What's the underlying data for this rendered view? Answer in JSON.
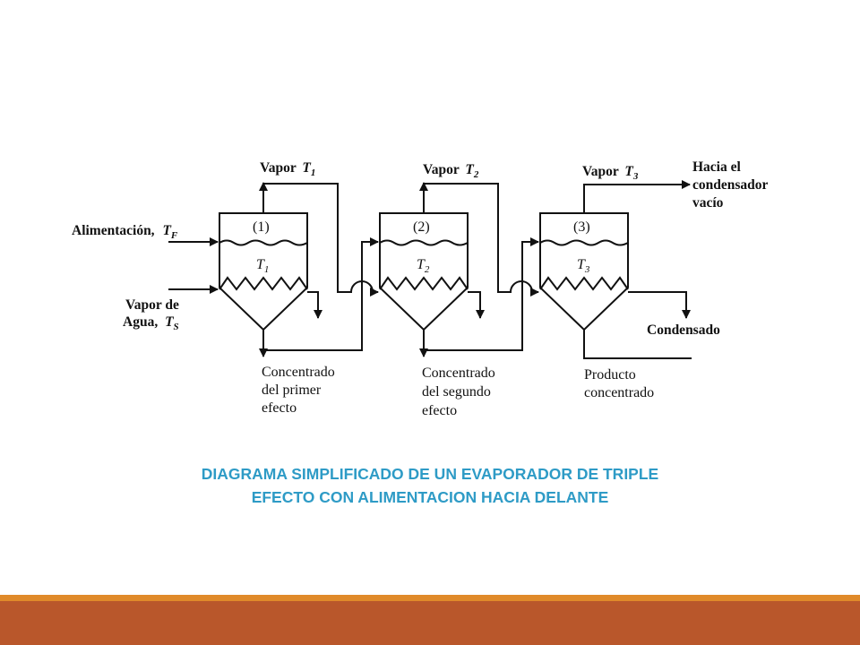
{
  "colors": {
    "caption": "#2e9bc6",
    "bar_top": "#e08a2a",
    "bar_bottom": "#b9572b",
    "line": "#111111"
  },
  "diagram": {
    "feed": "Alimentación,",
    "feed_temp": "T",
    "feed_temp_sub": "F",
    "steam_line1": "Vapor de",
    "steam_line2": "Agua,",
    "steam_temp": "T",
    "steam_temp_sub": "S",
    "effects": [
      {
        "number": "(1)",
        "temp": "T",
        "temp_sub": "1",
        "vapor": "Vapor",
        "vapor_temp": "T",
        "vapor_temp_sub": "1",
        "product_lines": [
          "Concentrado",
          "del  primer",
          "efecto"
        ]
      },
      {
        "number": "(2)",
        "temp": "T",
        "temp_sub": "2",
        "vapor": "Vapor",
        "vapor_temp": "T",
        "vapor_temp_sub": "2",
        "product_lines": [
          "Concentrado",
          "del   segundo",
          "efecto"
        ]
      },
      {
        "number": "(3)",
        "temp": "T",
        "temp_sub": "3",
        "vapor": "Vapor",
        "vapor_temp": "T",
        "vapor_temp_sub": "3",
        "product_lines": [
          "Producto",
          "concentrado"
        ]
      }
    ],
    "condenser_lines": [
      "Hacia el",
      "condensador",
      "vacío"
    ],
    "condensate": "Condensado"
  },
  "caption": {
    "line1": "DIAGRAMA SIMPLIFICADO DE UN EVAPORADOR DE TRIPLE",
    "line2": "EFECTO CON ALIMENTACION HACIA DELANTE"
  }
}
